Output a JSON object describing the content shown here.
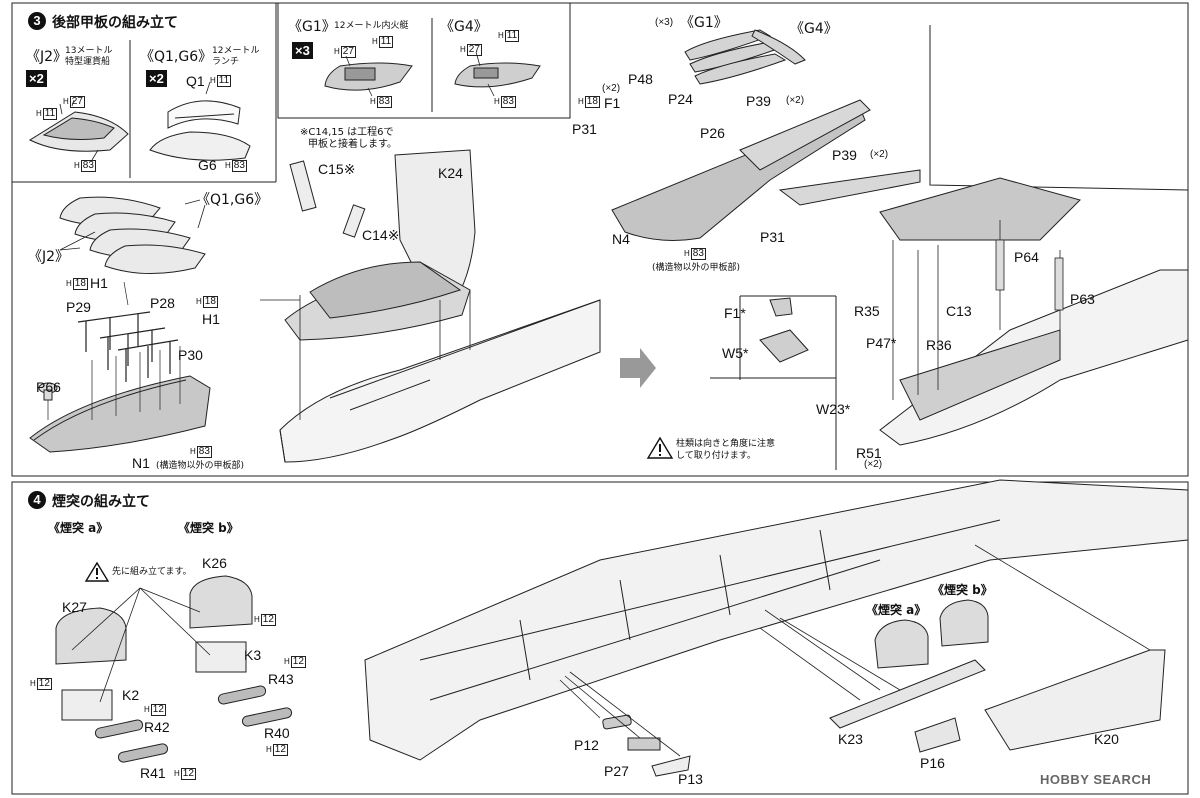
{
  "step3": {
    "number": "3",
    "title": "後部甲板の組み立て",
    "groups": {
      "j2": {
        "title": "《J2》",
        "desc1": "13メートル",
        "desc2": "特型運貨船",
        "multiplier": "×2"
      },
      "q1g6": {
        "title": "《Q1,G6》",
        "desc1": "12メートル",
        "desc2": "ランチ",
        "multiplier": "×2"
      },
      "g1": {
        "title": "《G1》",
        "desc": "12メートル内火艇",
        "multiplier": "×3"
      },
      "g4": {
        "title": "《G4》"
      }
    },
    "runners": {
      "h11": "11",
      "h27": "27",
      "h83": "83",
      "h18": "18",
      "h12": "12"
    },
    "parts": {
      "q1": "Q1",
      "g6": "G6",
      "h1": "H1",
      "p29": "P29",
      "p28": "P28",
      "p30": "P30",
      "p66": "P66",
      "n1": "N1",
      "c15": "C15",
      "c14": "C14",
      "k24": "K24",
      "f1": "F1",
      "p48": "P48",
      "p24": "P24",
      "p39": "P39",
      "p31": "P31",
      "p26": "P26",
      "n4": "N4",
      "p64": "P64",
      "p63": "P63",
      "r35": "R35",
      "c13": "C13",
      "r36": "R36",
      "p47": "P47",
      "w23": "W23",
      "r51": "R51",
      "w5": "W5"
    },
    "labels": {
      "q1g6_ref": "《Q1,G6》",
      "j2_ref": "《J2》",
      "g1_ref": "《G1》",
      "g4_ref": "《G4》",
      "x3": "(×3)",
      "x2": "(×2)",
      "star": "※",
      "asterisk": "*",
      "c1415_note_1": "※C14,15 は工程6で",
      "c1415_note_2": "甲板と接着します。",
      "deck_note": "(構造物以外の甲板部)",
      "pillar_note_1": "柱類は向きと角度に注意",
      "pillar_note_2": "して取り付けます。"
    }
  },
  "step4": {
    "number": "4",
    "title": "煙突の組み立て",
    "funnel_a": "《煙突 a》",
    "funnel_b": "《煙突 b》",
    "pre_assemble_note": "先に組み立てます。",
    "parts": {
      "k26": "K26",
      "k27": "K27",
      "k3": "K3",
      "k2": "K2",
      "r43": "R43",
      "r42": "R42",
      "r40": "R40",
      "r41": "R41",
      "p12": "P12",
      "p27": "P27",
      "p13": "P13",
      "k23": "K23",
      "p16": "P16",
      "k20": "K20"
    }
  },
  "watermark": {
    "brand": "HOBBY SEARCH"
  },
  "colors": {
    "ink": "#111111",
    "paper": "#ffffff",
    "shade": "#cfcfcf"
  }
}
